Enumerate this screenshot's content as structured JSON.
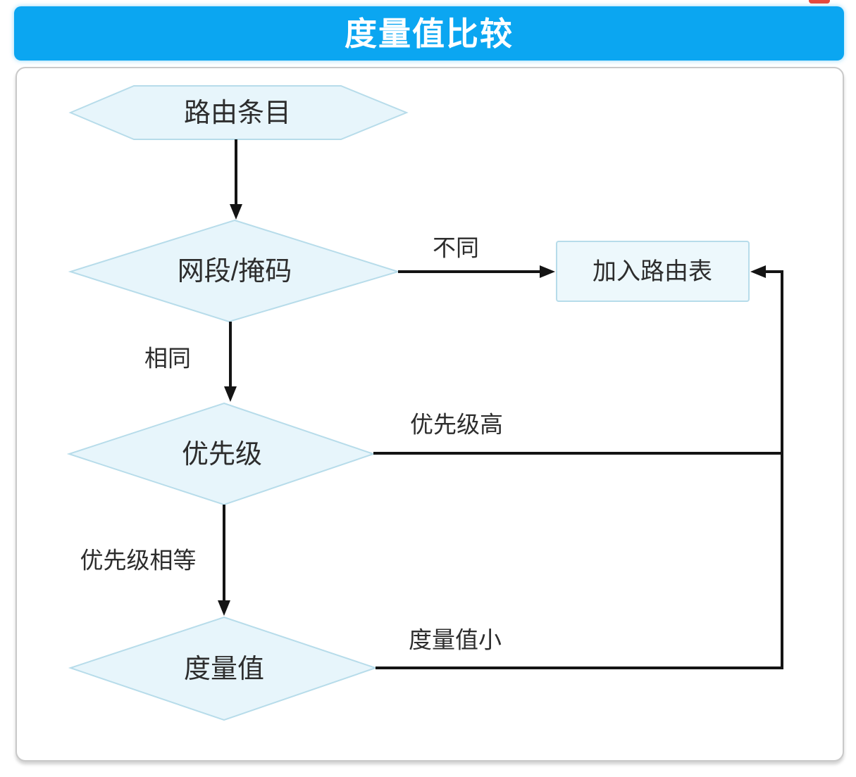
{
  "header": {
    "title": "度量值比较"
  },
  "flowchart": {
    "nodes": {
      "route_entry": {
        "shape": "hexagon",
        "label": "路由条目"
      },
      "network_mask": {
        "shape": "diamond",
        "label": "网段/掩码"
      },
      "add_routing_table": {
        "shape": "rectangle",
        "label": "加入路由表"
      },
      "priority": {
        "shape": "diamond",
        "label": "优先级"
      },
      "metric": {
        "shape": "diamond",
        "label": "度量值"
      }
    },
    "edge_labels": {
      "different": "不同",
      "same": "相同",
      "priority_high": "优先级高",
      "priority_equal": "优先级相等",
      "metric_small": "度量值小"
    }
  },
  "theme": {
    "header_bg": "#0ba6f1",
    "header_text": "#ffffff",
    "node_fill": "#e7f5fb",
    "node_border": "#b7dcea",
    "rect_fill": "#edf8fc",
    "rect_border": "#b7dcea",
    "line_color": "#141414",
    "label_color": "#2d2d2d",
    "panel_bg": "#ffffff",
    "panel_border": "#c9c9c9",
    "badge_red": "#e8493c"
  }
}
